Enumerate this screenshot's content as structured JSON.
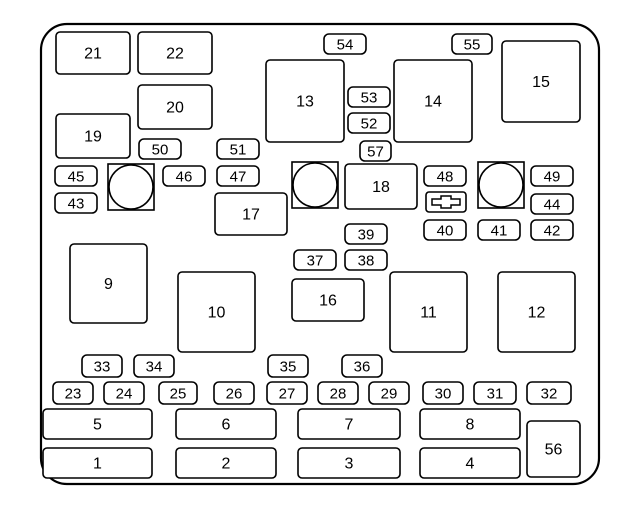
{
  "diagram": {
    "labels": [
      "1",
      "2",
      "3",
      "4",
      "5",
      "6",
      "7",
      "8",
      "9",
      "10",
      "11",
      "12",
      "13",
      "14",
      "15",
      "16",
      "17",
      "18",
      "19",
      "20",
      "21",
      "22",
      "23",
      "24",
      "25",
      "26",
      "27",
      "28",
      "29",
      "30",
      "31",
      "32",
      "33",
      "34",
      "35",
      "36",
      "37",
      "38",
      "39",
      "40",
      "41",
      "42",
      "43",
      "44",
      "45",
      "46",
      "47",
      "48",
      "49",
      "50",
      "51",
      "52",
      "53",
      "54",
      "55",
      "56",
      "57"
    ],
    "symbol_icon": "chevrolet-bowtie-icon"
  }
}
